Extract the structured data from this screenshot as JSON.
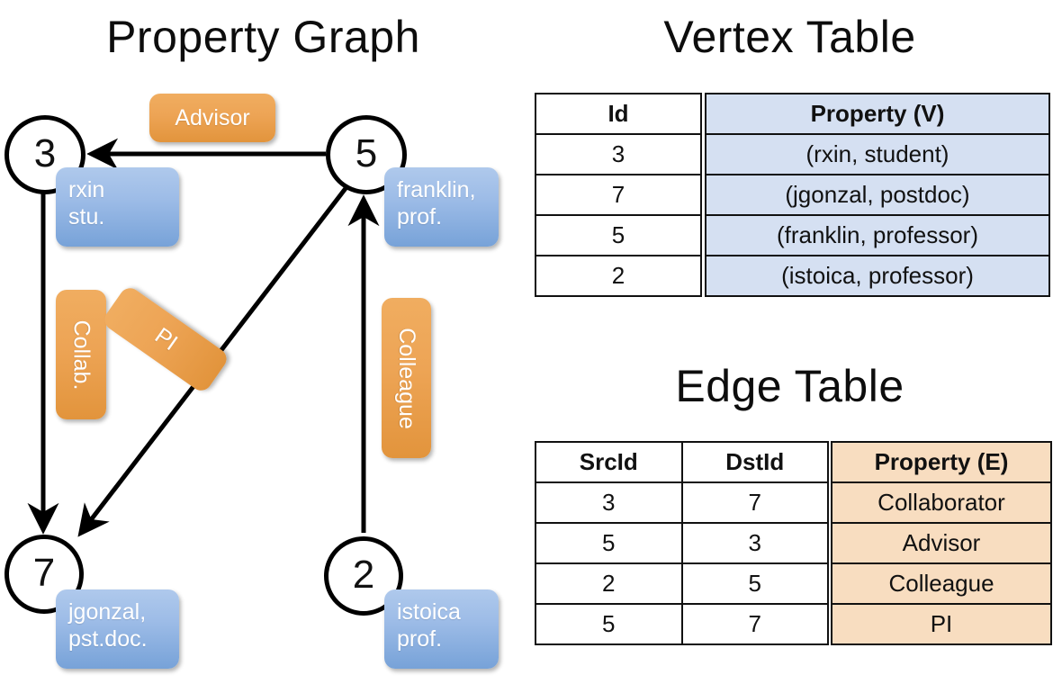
{
  "titles": {
    "property_graph": "Property Graph",
    "vertex_table": "Vertex Table",
    "edge_table": "Edge Table"
  },
  "colors": {
    "vertex_property_fill": "#9dbce7",
    "edge_property_fill": "#eda455",
    "vertex_table_cell": "#d5e0f2",
    "edge_table_cell": "#f8ddc0",
    "stroke": "#000000"
  },
  "graph": {
    "vertices": [
      {
        "id": "3",
        "property": "rxin\nstu.",
        "line1": "rxin",
        "line2": "stu."
      },
      {
        "id": "5",
        "property": "franklin, prof.",
        "line1": "franklin,",
        "line2": "prof."
      },
      {
        "id": "7",
        "property": "jgonzal, pst.doc.",
        "line1": "jgonzal,",
        "line2": "pst.doc."
      },
      {
        "id": "2",
        "property": "istoica prof.",
        "line1": "istoica",
        "line2": "prof."
      }
    ],
    "edge_labels": [
      {
        "name": "advisor",
        "label": "Advisor",
        "orientation": "horizontal"
      },
      {
        "name": "collab",
        "label": "Collab.",
        "orientation": "vertical"
      },
      {
        "name": "pi",
        "label": "PI",
        "orientation": "diagonal"
      },
      {
        "name": "colleague",
        "label": "Colleague",
        "orientation": "vertical"
      }
    ],
    "edges": [
      {
        "from": "5",
        "to": "3",
        "label": "Advisor"
      },
      {
        "from": "3",
        "to": "7",
        "label": "Collab."
      },
      {
        "from": "5",
        "to": "7",
        "label": "PI"
      },
      {
        "from": "2",
        "to": "5",
        "label": "Colleague"
      }
    ]
  },
  "vertex_table": {
    "headers": {
      "id": "Id",
      "property": "Property (V)"
    },
    "rows": [
      {
        "id": "3",
        "property": "(rxin, student)"
      },
      {
        "id": "7",
        "property": "(jgonzal, postdoc)"
      },
      {
        "id": "5",
        "property": "(franklin, professor)"
      },
      {
        "id": "2",
        "property": "(istoica, professor)"
      }
    ]
  },
  "edge_table": {
    "headers": {
      "src": "SrcId",
      "dst": "DstId",
      "property": "Property (E)"
    },
    "rows": [
      {
        "src": "3",
        "dst": "7",
        "property": "Collaborator"
      },
      {
        "src": "5",
        "dst": "3",
        "property": "Advisor"
      },
      {
        "src": "2",
        "dst": "5",
        "property": "Colleague"
      },
      {
        "src": "5",
        "dst": "7",
        "property": "PI"
      }
    ]
  }
}
